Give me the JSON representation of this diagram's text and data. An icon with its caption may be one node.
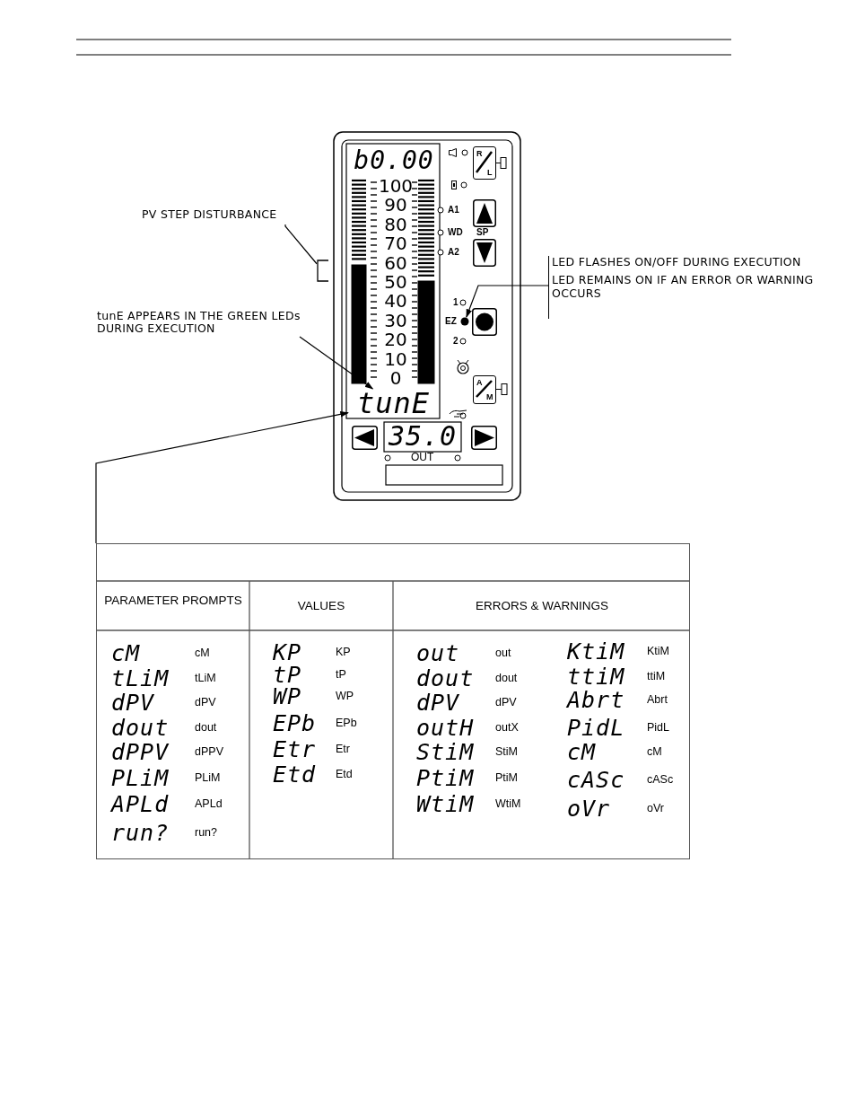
{
  "diagram": {
    "nodes": [
      {
        "text": [
          "PV STEP DISTURBANCE"
        ]
      },
      {
        "text": [
          "LED FLASHES ON/OFF DURING EXECUTION",
          "LED REMAINS ON IF AN ERROR OR WARNING OCCURS"
        ]
      },
      {
        "text": [],
        "shape": "bracket"
      },
      {
        "text": [
          "tunE APPEARS IN THE GREEN LEDs DURING EXECUTION"
        ]
      },
      {
        "text": [],
        "shape": "circle",
        "beside": [
          "EZ"
        ]
      },
      {
        "text": [
          "tunE"
        ]
      },
      {
        "text": [],
        "shape": "box"
      }
    ],
    "edges": [
      {
        "from": 0,
        "to": 2,
        "arrow": "none"
      },
      {
        "from": 1,
        "to": 4,
        "arrow": "to"
      },
      {
        "from": 3,
        "to": 5,
        "arrow": "to"
      },
      {
        "from": 6,
        "to": 5,
        "arrow": "to"
      }
    ],
    "labels": [
      "b0.00",
      "R",
      "L",
      "100",
      "90",
      "80",
      "70",
      "60",
      "50",
      "40",
      "30",
      "20",
      "10",
      "0",
      "A1",
      "WD",
      "A2",
      "SP",
      "1",
      "2",
      "A",
      "M",
      "35.0",
      "OUT",
      "PARAMETER PROMPTS",
      "VALUES",
      "ERRORS & WARNINGS",
      "cM",
      "cM",
      "KP",
      "KP",
      "out",
      "out",
      "KtiM",
      "KtiM",
      "tLiM",
      "tLiM",
      "tP",
      "tP",
      "dout",
      "dout",
      "ttiM",
      "ttiM",
      "dPV",
      "dPV",
      "WP",
      "WP",
      "dPV",
      "dPV",
      "Abrt",
      "Abrt",
      "dout",
      "dout",
      "EPb",
      "EPb",
      "outH",
      "outX",
      "PidL",
      "PidL",
      "dPPV",
      "dPPV",
      "Etr",
      "Etr",
      "StiM",
      "StiM",
      "cM",
      "cM",
      "PLiM",
      "PLiM",
      "Etd",
      "Etd",
      "PtiM",
      "PtiM",
      "cASc",
      "cASc",
      "APLd",
      "APLd",
      "WtiM",
      "WtiM",
      "oVr",
      "oVr",
      "run?",
      "run?"
    ]
  }
}
